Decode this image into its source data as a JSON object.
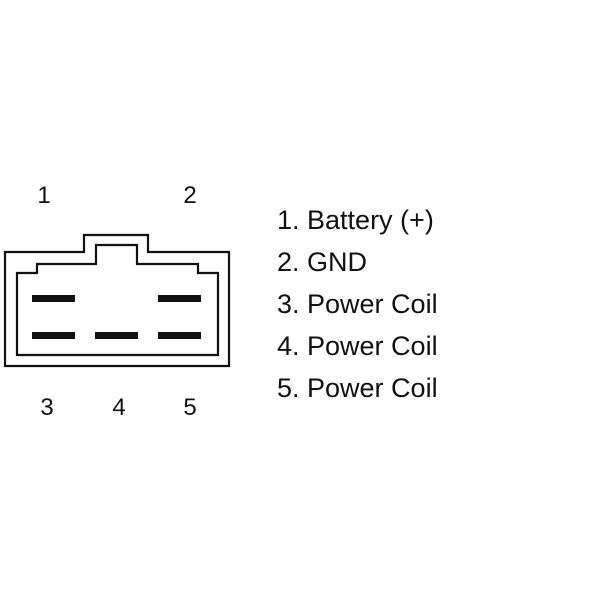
{
  "connector": {
    "pins": [
      {
        "number": "1"
      },
      {
        "number": "2"
      },
      {
        "number": "3"
      },
      {
        "number": "4"
      },
      {
        "number": "5"
      }
    ]
  },
  "legend": {
    "items": [
      {
        "label": "1. Battery (+)"
      },
      {
        "label": "2. GND"
      },
      {
        "label": "3. Power Coil"
      },
      {
        "label": "4. Power Coil"
      },
      {
        "label": "5. Power Coil"
      }
    ]
  },
  "colors": {
    "line": "#111111",
    "background": "#ffffff"
  }
}
